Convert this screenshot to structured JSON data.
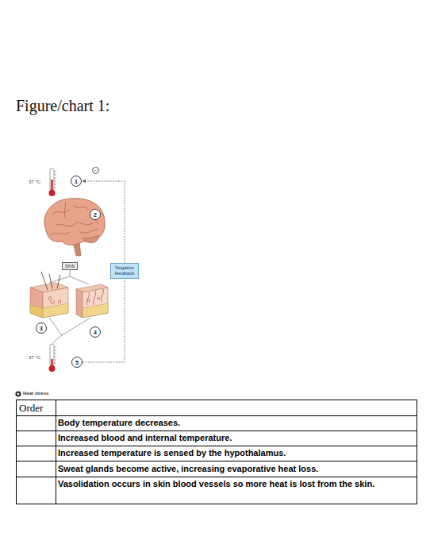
{
  "diagram": {
    "title": "Figure/chart 1:",
    "nodes": [
      {
        "text": [
          "−"
        ]
      },
      {
        "text": [
          "1"
        ]
      },
      {
        "text": [
          "2"
        ]
      },
      {
        "text": [
          "SNS"
        ]
      },
      {
        "text": [
          "Negative feedback"
        ]
      },
      {
        "text": [
          "3"
        ]
      },
      {
        "text": [
          "4"
        ]
      },
      {
        "text": [
          "5"
        ]
      }
    ],
    "edges": [
      {
        "from": 7,
        "to": 1,
        "arrow": "to"
      }
    ],
    "labels": [
      "37 °C",
      "37 °C",
      "Heat stress",
      "Order",
      "Body temperature decreases.",
      "Increased blood and internal temperature.",
      "Increased temperature is sensed by the hypothalamus.",
      "Sweat glands become active, increasing evaporative heat loss.",
      "Vasolidation occurs in skin blood vessels so more heat is lost from the skin."
    ]
  }
}
